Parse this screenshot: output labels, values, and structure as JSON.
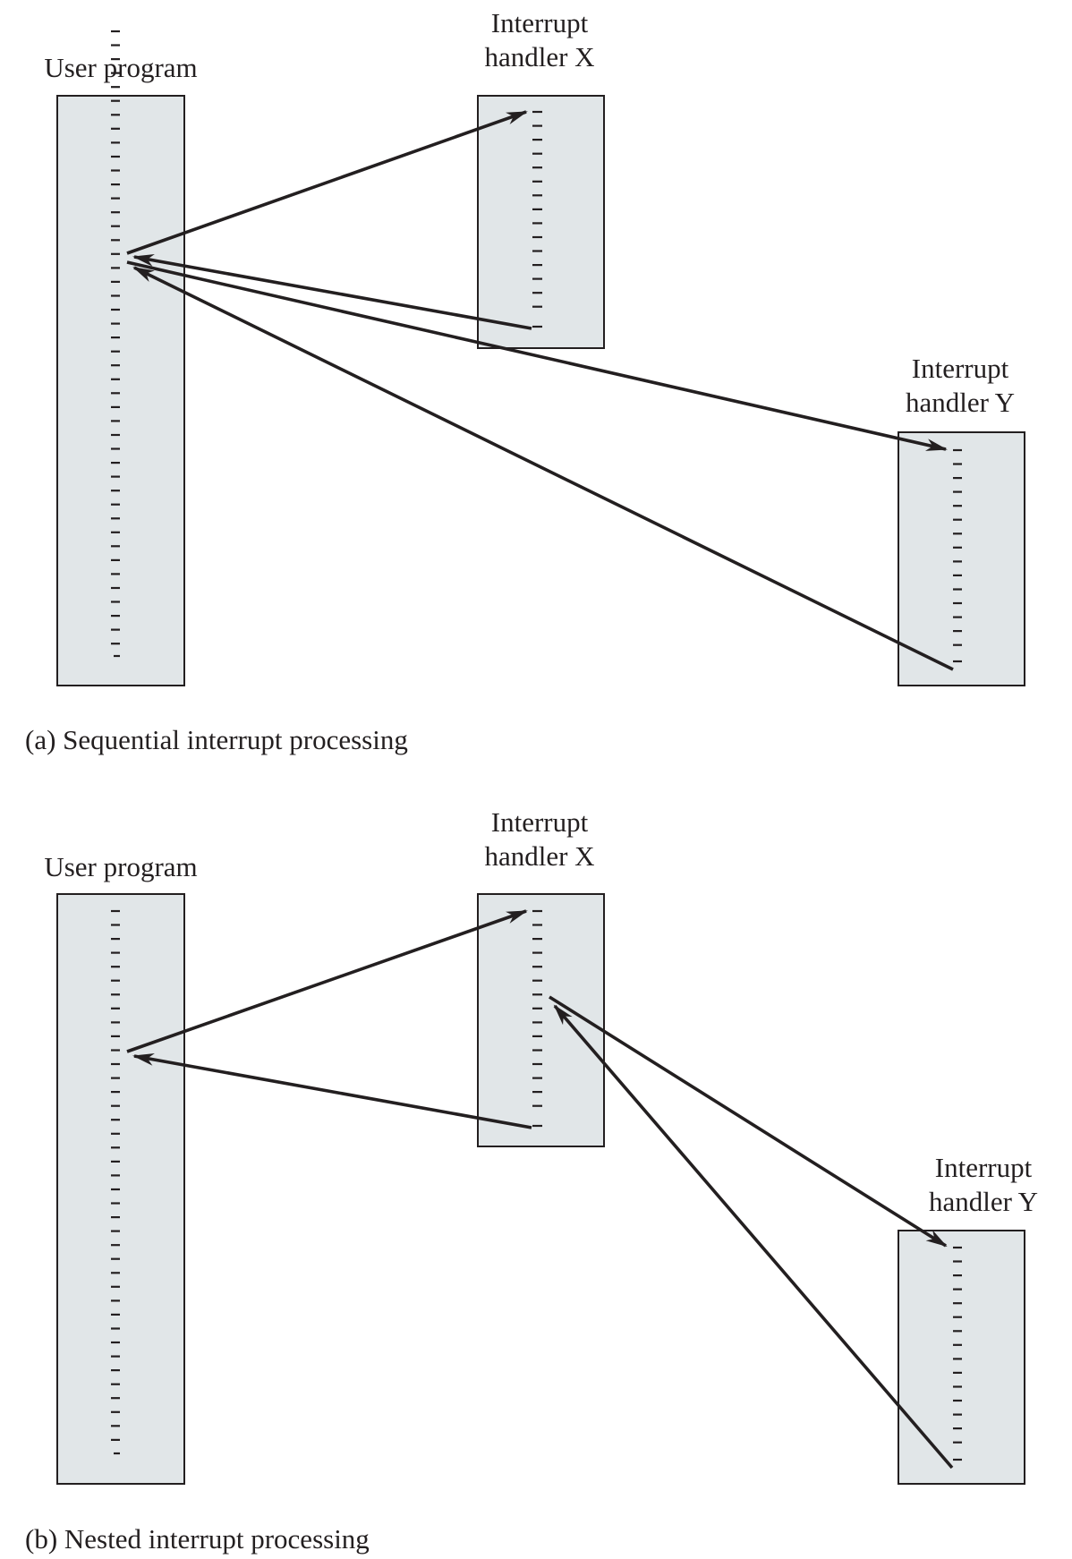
{
  "colors": {
    "box_fill": "#e1e6e8",
    "line": "#231f20",
    "background": "#ffffff"
  },
  "panels": [
    {
      "caption": "(a) Sequential interrupt processing",
      "user_label": "User program",
      "x_label": [
        "Interrupt",
        "handler X"
      ],
      "y_label": [
        "Interrupt",
        "handler Y"
      ]
    },
    {
      "caption": "(b) Nested interrupt processing",
      "user_label": "User program",
      "x_label": [
        "Interrupt",
        "handler X"
      ],
      "y_label": [
        "Interrupt",
        "handler Y"
      ]
    }
  ]
}
